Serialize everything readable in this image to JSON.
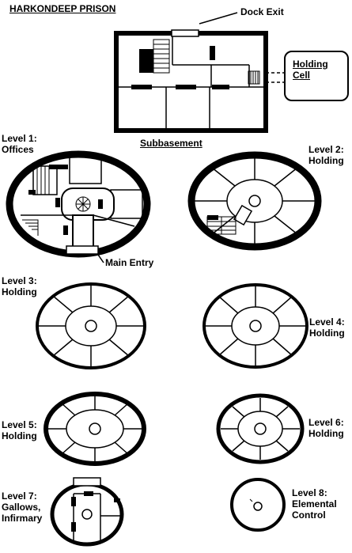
{
  "title": "HARKONDEEP PRISON",
  "labels": {
    "dock_exit": "Dock Exit",
    "holding_cell": "Holding\nCell",
    "subbasement": "Subbasement",
    "main_entry": "Main Entry",
    "level1": "Level 1:\nOffices",
    "level2": "Level 2:\nHolding",
    "level3": "Level 3:\nHolding",
    "level4": "Level 4:\nHolding",
    "level5": "Level 5:\nHolding",
    "level6": "Level 6:\nHolding",
    "level7": "Level 7:\nGallows,\nInfirmary",
    "level8": "Level 8:\nElemental\nControl"
  },
  "colors": {
    "ink": "#000000",
    "paper": "#ffffff"
  }
}
